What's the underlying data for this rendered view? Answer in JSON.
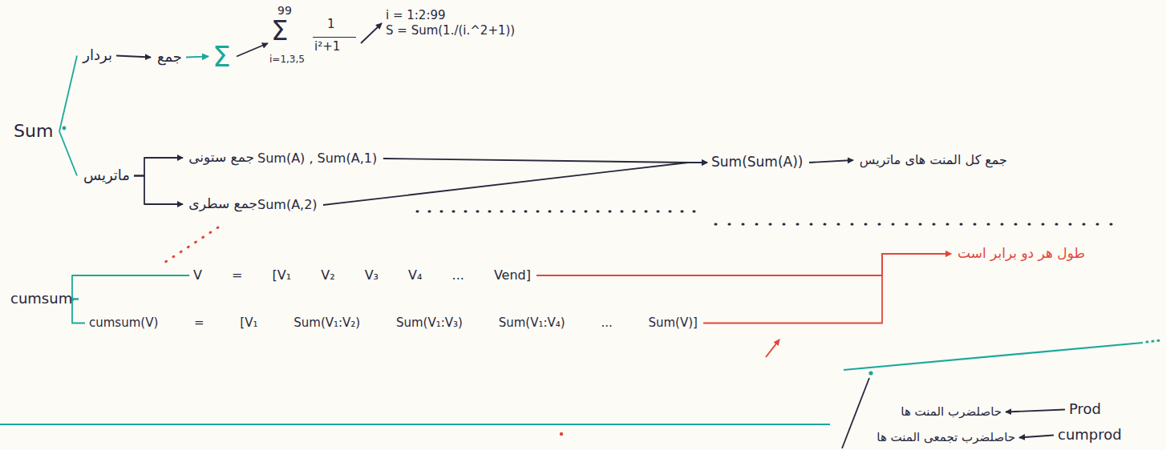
{
  "diagram": {
    "nodes": [
      {
        "text": [
          "Sum"
        ]
      },
      {
        "text": [
          "بردار"
        ]
      },
      {
        "text": [
          "جمع"
        ]
      },
      {
        "text": [
          "Σ"
        ]
      },
      {
        "text": [
          "99",
          "Σ",
          "i=1,3,5",
          "1",
          "i²+1"
        ]
      },
      {
        "text": [
          "i = 1:2:99",
          "S = Sum(1./(i.^2+1))"
        ]
      },
      {
        "text": [
          "ماتریس"
        ]
      },
      {
        "text": [
          "جمع ستونی"
        ]
      },
      {
        "text": [
          "Sum(A) , Sum(A,1)"
        ]
      },
      {
        "text": [
          "جمع سطری"
        ]
      },
      {
        "text": [
          "Sum(A,2)"
        ]
      },
      {
        "text": [
          "Sum(Sum(A))"
        ]
      },
      {
        "text": [
          "جمع کل المنت های ماتریس"
        ]
      },
      {
        "text": [
          "cumsum"
        ]
      },
      {
        "text": [
          "V = [V₁ V₂ V₃ V₄ ... Vend]"
        ]
      },
      {
        "text": [
          "cumsum(V) = [V₁ Sum(V₁:V₂) Sum(V₁:V₃) Sum(V₁:V₄) ... Sum(V)]"
        ]
      },
      {
        "text": [
          "طول هر دو برابر است"
        ]
      },
      {
        "text": [
          "Prod"
        ]
      },
      {
        "text": [
          "حاصلضرب المنت ها"
        ]
      },
      {
        "text": [
          "cumprod"
        ]
      },
      {
        "text": [
          "حاصلضرب تجمعی المنت ها"
        ]
      }
    ],
    "edges": [
      {
        "from": 0,
        "to": 1,
        "arrow": "none"
      },
      {
        "from": 0,
        "to": 6,
        "arrow": "none"
      },
      {
        "from": 1,
        "to": 2,
        "arrow": "to"
      },
      {
        "from": 2,
        "to": 3,
        "arrow": "to"
      },
      {
        "from": 3,
        "to": 4,
        "arrow": "to"
      },
      {
        "from": 4,
        "to": 5,
        "arrow": "to"
      },
      {
        "from": 6,
        "to": 7,
        "arrow": "to"
      },
      {
        "from": 6,
        "to": 9,
        "arrow": "to"
      },
      {
        "from": 8,
        "to": 11,
        "arrow": "to"
      },
      {
        "from": 10,
        "to": 11,
        "arrow": "to"
      },
      {
        "from": 11,
        "to": 12,
        "arrow": "to"
      },
      {
        "from": 13,
        "to": 14,
        "arrow": "none"
      },
      {
        "from": 13,
        "to": 15,
        "arrow": "none"
      },
      {
        "from": 14,
        "to": 16,
        "arrow": "to"
      },
      {
        "from": 15,
        "to": 16,
        "arrow": "to"
      },
      {
        "from": 17,
        "to": 18,
        "arrow": "to"
      },
      {
        "from": 19,
        "to": 20,
        "arrow": "to"
      }
    ]
  }
}
